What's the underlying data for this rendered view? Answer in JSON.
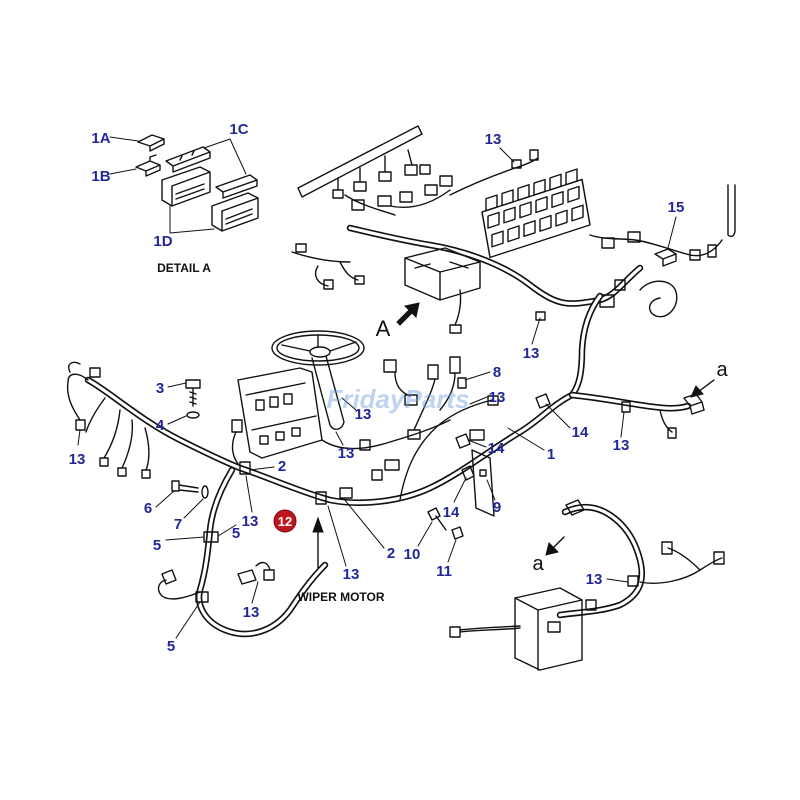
{
  "callouts": [
    "1A",
    "1B",
    "1C",
    "1D",
    "13",
    "15",
    "13",
    "3",
    "4",
    "8",
    "13",
    "13",
    "13",
    "13",
    "14",
    "14",
    "13",
    "1",
    "2",
    "6",
    "7",
    "9",
    "13",
    "5",
    "5",
    "14",
    "2",
    "10",
    "11",
    "13",
    "13",
    "13",
    "5"
  ],
  "highlight_callout": "12",
  "view_letters": {
    "detail": "A",
    "section_top": "a",
    "section_bottom": "a"
  },
  "detail_label": "DETAIL A",
  "wiper_label": "WIPER MOTOR",
  "watermark": "FridayParts",
  "colors": {
    "callout": "#22279a",
    "highlight": "#c0151b",
    "line_art": "#111111",
    "watermark": "#6f9fe0"
  }
}
